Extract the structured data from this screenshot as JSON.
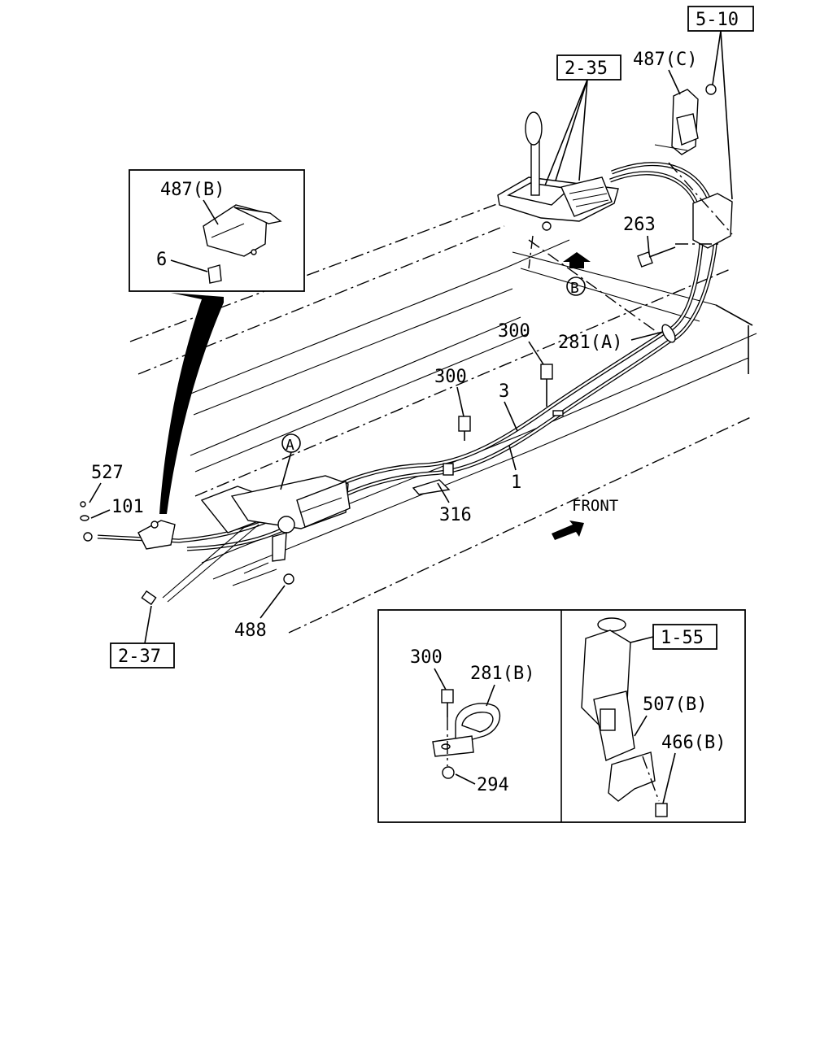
{
  "refs": {
    "r_5_10": "5-10",
    "r_2_35": "2-35",
    "r_2_37": "2-37",
    "r_1_55": "1-55"
  },
  "labels": {
    "l_487c": "487(C)",
    "l_487b": "487(B)",
    "l_6": "6",
    "l_263": "263",
    "l_b": "B",
    "l_300_top": "300",
    "l_281a": "281(A)",
    "l_300_mid": "300",
    "l_3": "3",
    "l_a": "A",
    "l_1": "1",
    "l_316": "316",
    "l_front": "FRONT",
    "l_527": "527",
    "l_101": "101",
    "l_488": "488",
    "l_300_detail": "300",
    "l_281b": "281(B)",
    "l_294": "294",
    "l_507b": "507(B)",
    "l_466b": "466(B)"
  },
  "colors": {
    "ink": "#000000",
    "paper": "#ffffff"
  }
}
